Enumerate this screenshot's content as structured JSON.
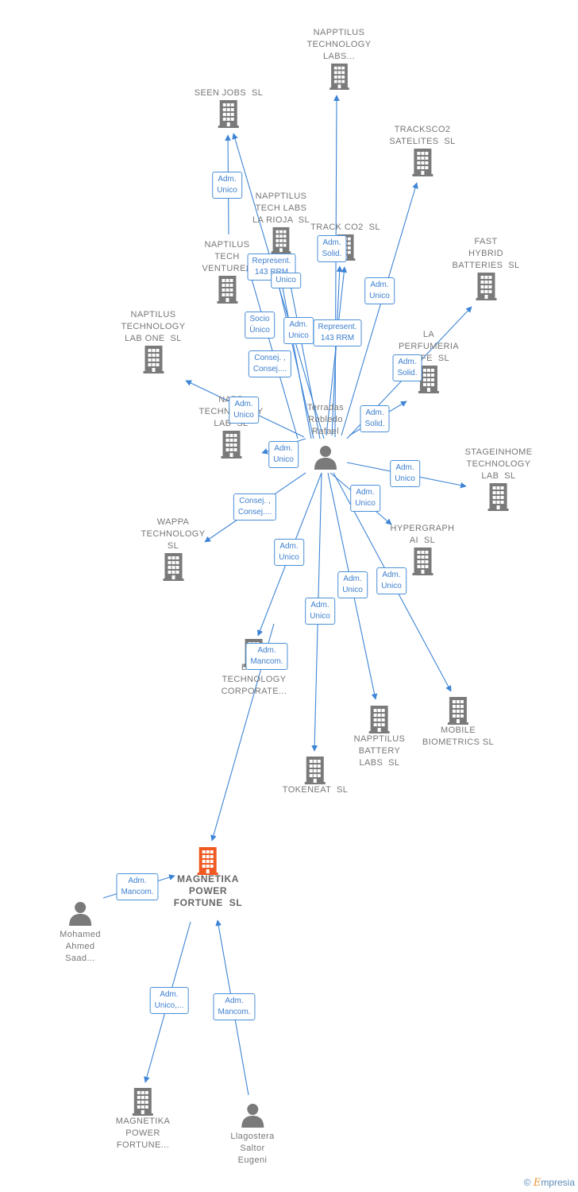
{
  "colors": {
    "edge": "#3d84d6",
    "node": "#7a7a7a",
    "highlight": "#f05a22"
  },
  "center": {
    "name": "Terradas\nRobledo\nRafael",
    "icon": "person-icon"
  },
  "companies": [
    {
      "id": "napptilus-technology-labs",
      "name": "NAPPTILUS\nTECHNOLOGY\nLABS...",
      "icon": "building-icon"
    },
    {
      "id": "seen-jobs",
      "name": "SEEN JOBS  SL",
      "icon": "building-icon"
    },
    {
      "id": "tracksco2-satelites",
      "name": "TRACKSCO2\nSATELITES  SL",
      "icon": "building-icon"
    },
    {
      "id": "napptilus-tech-labs-la-rioja",
      "name": "NAPPTILUS\nTECH LABS\nLA RIOJA  SL",
      "icon": "building-icon"
    },
    {
      "id": "track-co2",
      "name": "TRACK CO2  SL",
      "icon": "building-icon"
    },
    {
      "id": "fast-hybrid-batteries",
      "name": "FAST\nHYBRID\nBATTERIES  SL",
      "icon": "building-icon"
    },
    {
      "id": "naptilus-tech-ventures",
      "name": "NAPTILUS\nTECH\nVENTURES",
      "icon": "building-icon"
    },
    {
      "id": "naptilus-technology-lab-one",
      "name": "NAPTILUS\nTECHNOLOGY\nLAB ONE  SL",
      "icon": "building-icon"
    },
    {
      "id": "la-perfumeria-cafe",
      "name": "LA\nPERFUMERIA\nCAFE  SL",
      "icon": "building-icon"
    },
    {
      "id": "napptilus-technology-lab",
      "name": "NAPP\nTECHNOLOGY\nLAB  SL",
      "icon": "building-icon"
    },
    {
      "id": "stageinhome-technology-lab",
      "name": "STAGEINHOME\nTECHNOLOGY\nLAB  SL",
      "icon": "building-icon"
    },
    {
      "id": "wappa-technology",
      "name": "WAPPA\nTECHNOLOGY\nSL",
      "icon": "building-icon"
    },
    {
      "id": "hypergraph-ai",
      "name": "HYPERGRAPH\nAI  SL",
      "icon": "building-icon"
    },
    {
      "id": "beeo-technology-corporate",
      "name": "BEEO\nTECHNOLOGY\nCORPORATE...",
      "icon": "building-icon"
    },
    {
      "id": "mobile-biometrics",
      "name": "MOBILE\nBIOMETRICS SL",
      "icon": "building-icon"
    },
    {
      "id": "napptilus-battery-labs",
      "name": "NAPPTILUS\nBATTERY\nLABS  SL",
      "icon": "building-icon"
    },
    {
      "id": "tokeneat",
      "name": "TOKENEAT  SL",
      "icon": "building-icon"
    },
    {
      "id": "magnetika-power-fortune",
      "name": "MAGNETIKA\nPOWER\nFORTUNE  SL",
      "icon": "building-icon"
    },
    {
      "id": "magnetika-power-fortune-2",
      "name": "MAGNETIKA\nPOWER\nFORTUNE...",
      "icon": "building-icon"
    }
  ],
  "people": [
    {
      "id": "mohamed-ahmed-saad",
      "name": "Mohamed\nAhmed\nSaad...",
      "icon": "person-icon"
    },
    {
      "id": "llagostera-saltor-eugeni",
      "name": "Llagostera\nSaltor\nEugeni",
      "icon": "person-icon"
    }
  ],
  "roles": [
    {
      "id": "r1",
      "label": "Adm.\nUnico"
    },
    {
      "id": "r2",
      "label": "Represent.\n143 RRM"
    },
    {
      "id": "r3",
      "label": "Unico"
    },
    {
      "id": "r4",
      "label": "Adm.\nSolid."
    },
    {
      "id": "r5",
      "label": "Adm.\nUnico"
    },
    {
      "id": "r6",
      "label": "Socio\nÚnico"
    },
    {
      "id": "r7",
      "label": "Adm.\nUnico"
    },
    {
      "id": "r8",
      "label": "Represent.\n143 RRM"
    },
    {
      "id": "r9",
      "label": "Consej. ,\nConsej...."
    },
    {
      "id": "r10",
      "label": "Adm.\nSolid."
    },
    {
      "id": "r11",
      "label": "Adm.\nUnico"
    },
    {
      "id": "r12",
      "label": "Adm.\nSolid."
    },
    {
      "id": "r13",
      "label": "Adm.\nUnico"
    },
    {
      "id": "r14",
      "label": "Adm.\nUnico"
    },
    {
      "id": "r15",
      "label": "Consej. ,\nConsej...."
    },
    {
      "id": "r16",
      "label": "Adm.\nUnico"
    },
    {
      "id": "r17",
      "label": "Adm.\nUnico"
    },
    {
      "id": "r18",
      "label": "Adm.\nUnico"
    },
    {
      "id": "r19",
      "label": "Adm.\nUnico"
    },
    {
      "id": "r20",
      "label": "Adm.\nUnico"
    },
    {
      "id": "r21",
      "label": "Adm.\nMancom."
    },
    {
      "id": "r22",
      "label": "Adm.\nMancom."
    },
    {
      "id": "r23",
      "label": "Adm.\nUnico,..."
    },
    {
      "id": "r24",
      "label": "Adm.\nMancom."
    }
  ],
  "footer": {
    "copyright": "©",
    "brand_initial": "E",
    "brand_rest": "mpresia"
  }
}
